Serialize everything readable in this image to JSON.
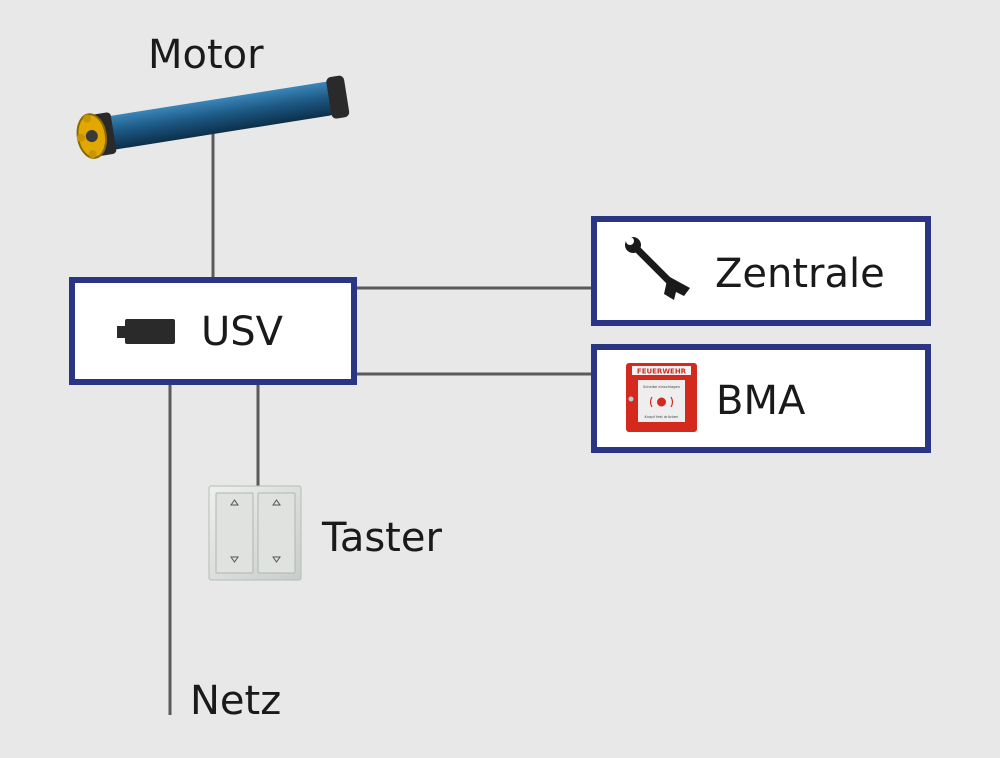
{
  "diagram": {
    "nodes": {
      "motor": {
        "label": "Motor",
        "icon": "tubular-motor-icon"
      },
      "usv": {
        "label": "USV",
        "icon": "battery-icon"
      },
      "zentrale": {
        "label": "Zentrale",
        "icon": "wrench-icon"
      },
      "bma": {
        "label": "BMA",
        "icon": "fire-alarm-call-point-icon",
        "icon_text": {
          "header": "FEUERWEHR",
          "line1": "Scheibe einschlagen",
          "line2": "Knopf fest drücken"
        }
      },
      "taster": {
        "label": "Taster",
        "icon": "double-rocker-switch-icon"
      },
      "netz": {
        "label": "Netz"
      }
    },
    "colors": {
      "background": "#e8e8e8",
      "box_border": "#2b3585",
      "box_fill": "#ffffff",
      "connector": "#5a5a5a",
      "motor_tube": "#1d5a86",
      "motor_cap": "#e0a800",
      "alarm_red": "#d42a1e"
    }
  }
}
